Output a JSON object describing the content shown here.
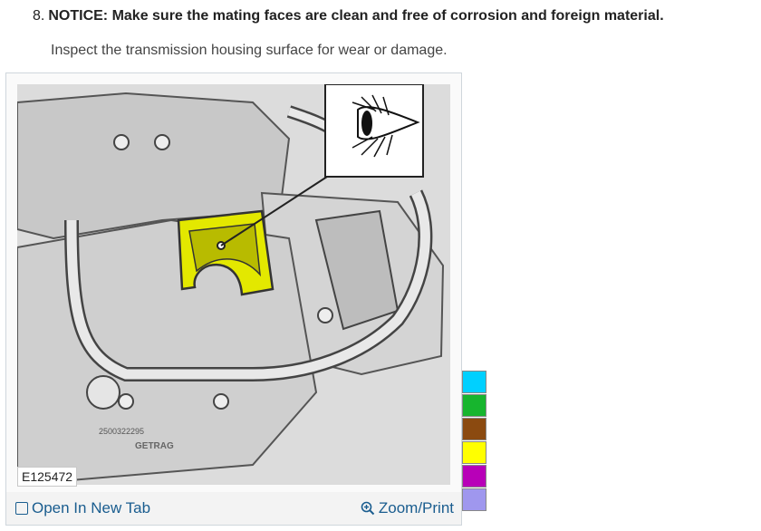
{
  "step": {
    "number": "8.",
    "notice": "NOTICE: Make sure the mating faces are clean and free of corrosion and foreign material.",
    "instruction": "Inspect the transmission housing surface for wear or damage."
  },
  "figure": {
    "id": "E125472",
    "casting_text_1": "2500322295",
    "casting_text_2": "GETRAG",
    "open_label": "Open In New Tab",
    "zoom_label": "Zoom/Print"
  },
  "swatches": [
    "#00d0ff",
    "#17b52e",
    "#8b4a10",
    "#ffff00",
    "#b800b8",
    "#9f97ee"
  ],
  "colors": {
    "highlight": "#e3e800",
    "link": "#1a5d8f"
  }
}
